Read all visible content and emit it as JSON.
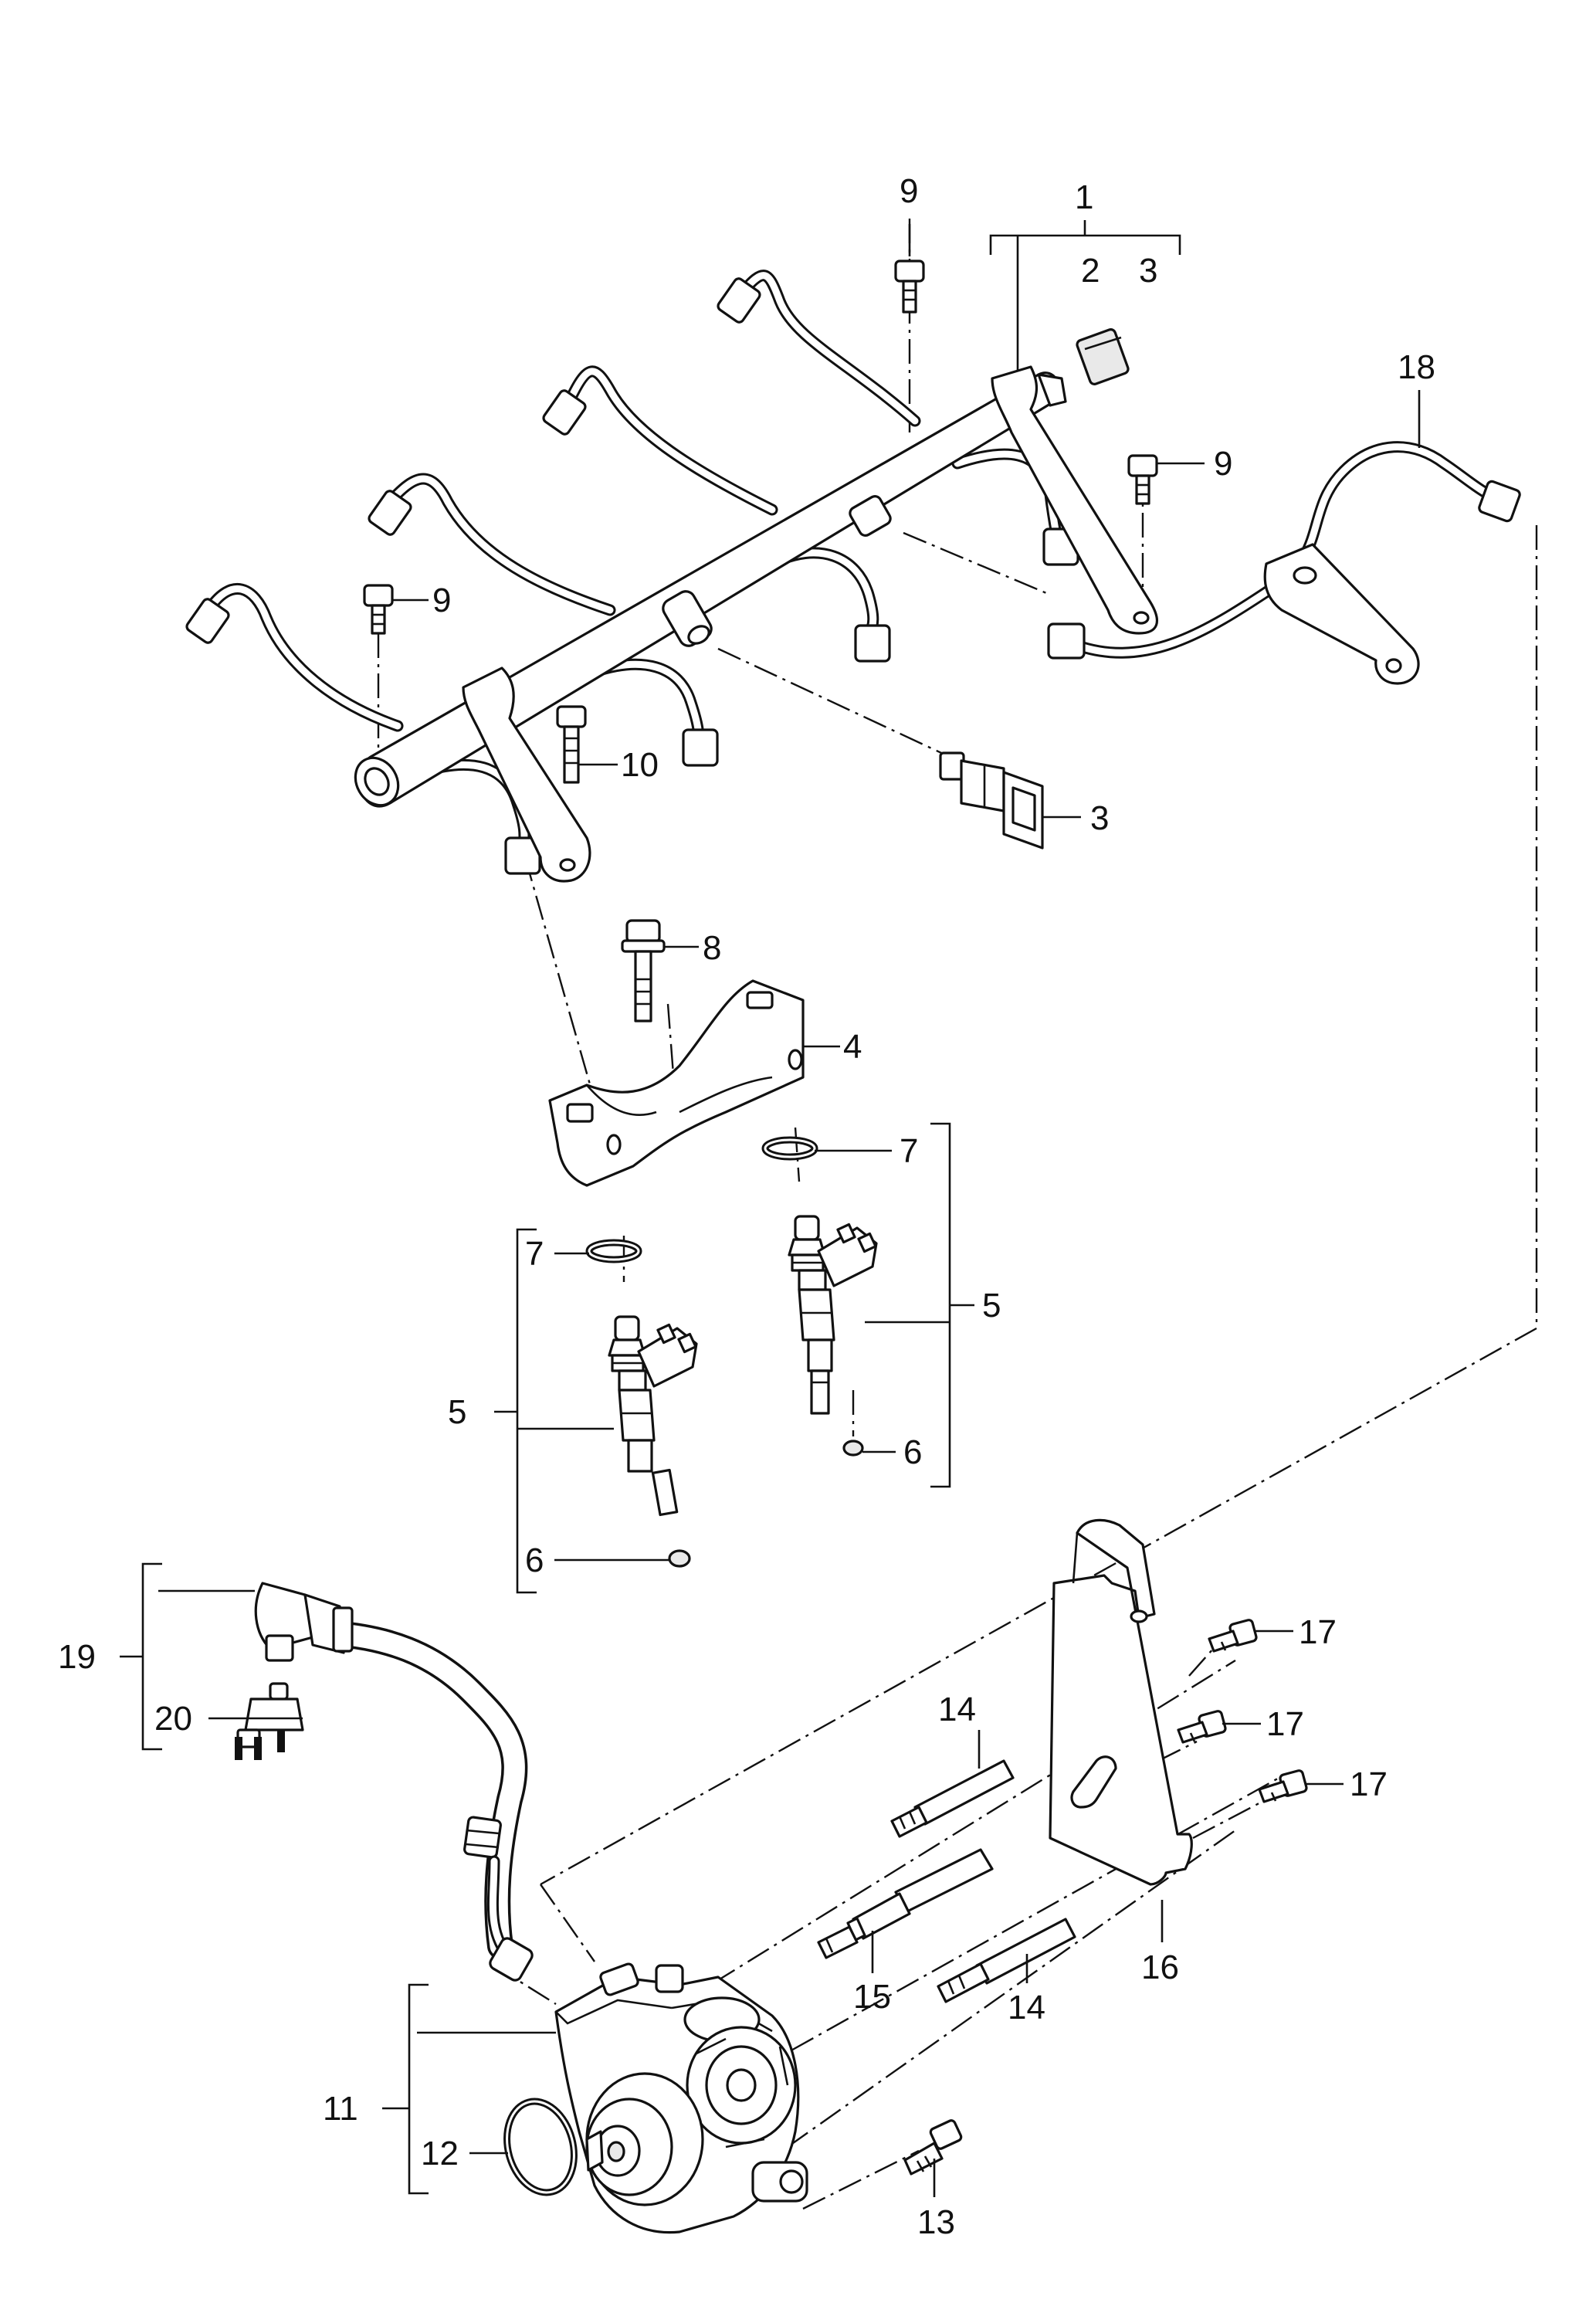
{
  "callouts": {
    "c1": "1",
    "c2": "2",
    "c3a": "3",
    "c3b": "3",
    "c4": "4",
    "c5a": "5",
    "c5b": "5",
    "c6a": "6",
    "c6b": "6",
    "c7a": "7",
    "c7b": "7",
    "c8": "8",
    "c9a": "9",
    "c9b": "9",
    "c9c": "9",
    "c10": "10",
    "c11": "11",
    "c12": "12",
    "c13": "13",
    "c14a": "14",
    "c14b": "14",
    "c15": "15",
    "c16": "16",
    "c17a": "17",
    "c17b": "17",
    "c17c": "17",
    "c18": "18",
    "c19": "19",
    "c20": "20"
  }
}
